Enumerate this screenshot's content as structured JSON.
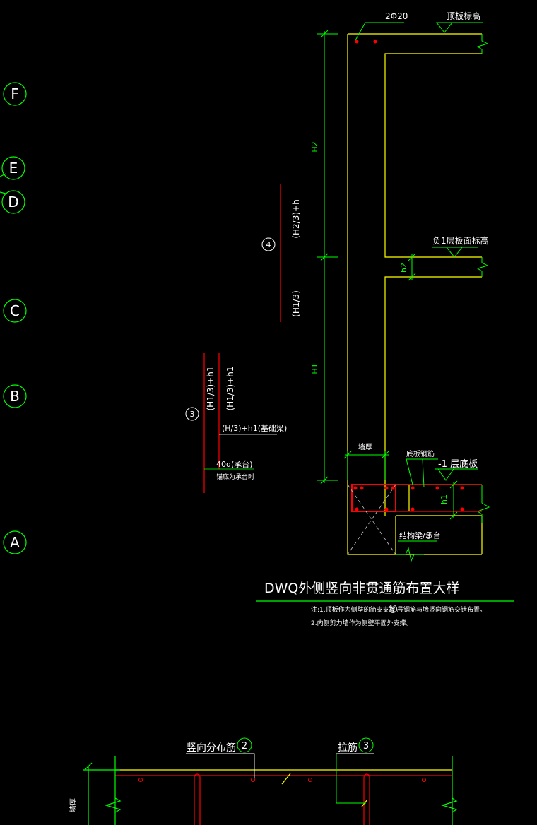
{
  "axes": [
    "F",
    "E",
    "D",
    "C",
    "B",
    "A"
  ],
  "colors": {
    "background": "#000000",
    "axis": "#00ff00",
    "wall": "#ffff00",
    "rebar": "#ff0000",
    "dim": "#00ff00",
    "text": "#ffffff",
    "hatch": "#c8c8c8"
  },
  "labels": {
    "top_rebar": "2Φ20",
    "roof_level": "顶板标高",
    "b1_floor_level": "负1层板面标高",
    "b1_base_slab": "-1 层底板",
    "base_rebar": "底板钢筋",
    "wall_thickness": "墙厚",
    "beam_cap": "结构梁/承台",
    "dim_h2": "H2",
    "dim_h1": "H1",
    "dim_small_h2": "h2",
    "dim_small_h1": "h1",
    "bar4_id": "4",
    "bar4_upper": "(H2/3)+h",
    "bar4_lower": "(H1/3)",
    "bar3_id": "3",
    "bar3_a": "(H1/3)+h1",
    "bar3_b": "(H1/3)+h1",
    "bar3_c": "(H/3)+h1(基础梁)",
    "bar3_d": "40d(承台)",
    "bar3_e": "锚底为承台时"
  },
  "title": "DWQ外侧竖向非贯通筋布置大样",
  "notes": [
    "注:1.顶板作为侧壁的简支支撑。",
    "号钢筋与墙竖向钢筋交错布置。",
    "2.内侧剪力墙作为侧壁平面外支撑。"
  ],
  "note_circle_id": "5",
  "section2": {
    "vertical_label": "竖向分布筋",
    "vertical_id": "2",
    "tie_label": "拉筋",
    "tie_id": "3",
    "side_label": "墙厚"
  }
}
